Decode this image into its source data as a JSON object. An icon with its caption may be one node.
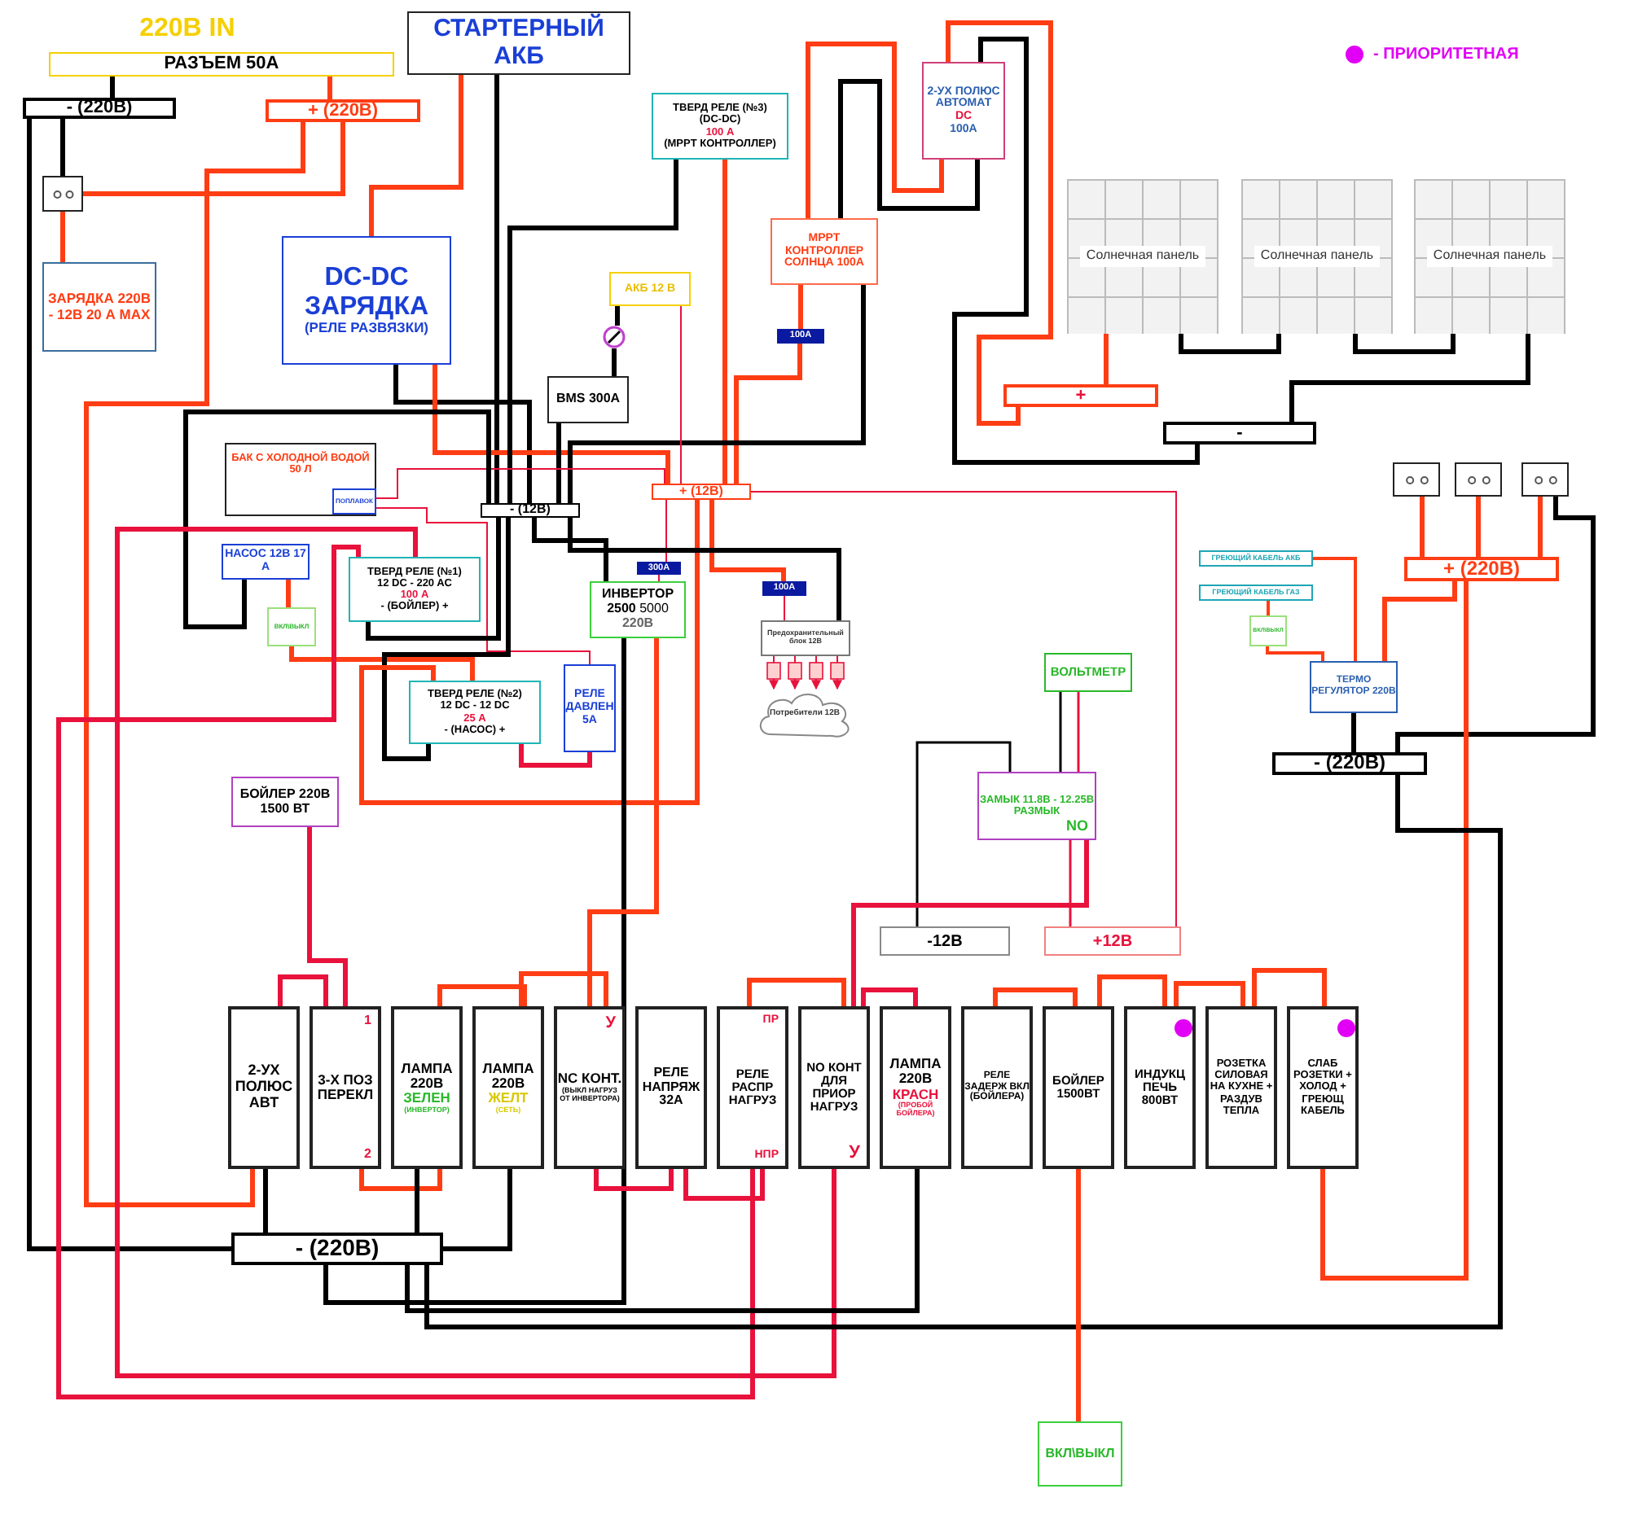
{
  "diagram": {
    "nodes": [
      {
        "text": [
          "220В IN",
          "РАЗЪЕМ 50А"
        ]
      },
      {
        "text": [
          "СТАРТЕРНЫЙ АКБ"
        ]
      },
      {
        "text": [
          "- (220В)"
        ]
      },
      {
        "text": [
          "+ (220В)"
        ]
      },
      {
        "text": [],
        "shape": "box"
      },
      {
        "text": [
          "ЗАРЯДКА 220В - 12В 20 А MAX"
        ]
      },
      {
        "text": [
          "DC-DC ЗАРЯДКА",
          "(РЕЛЕ РАЗВЯЗКИ)"
        ]
      },
      {
        "text": [
          "ТВЕРД РЕЛЕ (№3)",
          "(DC-DC)",
          "100 А",
          "(MPPT КОНТРОЛЛЕР)"
        ]
      },
      {
        "text": [
          "2-УХ ПОЛЮС АВТОМАТ",
          "DC",
          "100А"
        ]
      },
      {
        "text": [
          "MPPT КОНТРОЛЛЕР СОЛНЦА 100А"
        ]
      },
      {
        "text": [
          "100А"
        ]
      },
      {
        "text": [
          "АКБ 12 В"
        ]
      },
      {
        "text": [],
        "shape": "circle"
      },
      {
        "text": [
          "BMS 300А"
        ]
      },
      {
        "text": [
          "Солнечная панель"
        ]
      },
      {
        "text": [
          "Солнечная панель"
        ]
      },
      {
        "text": [
          "Солнечная панель"
        ]
      },
      {
        "text": [
          "+"
        ]
      },
      {
        "text": [
          "-"
        ]
      },
      {
        "text": [
          "БАК С ХОЛОДНОЙ ВОДОЙ 50 Л"
        ]
      },
      {
        "text": [
          "ПОПЛАВОК"
        ],
        "in": 19
      },
      {
        "text": [
          "- (12В)"
        ]
      },
      {
        "text": [
          "+ (12В)"
        ]
      },
      {
        "text": [
          "НАСОС 12В 17 А"
        ]
      },
      {
        "text": [
          "ВКЛ\\ВЫКЛ"
        ]
      },
      {
        "text": [
          "ТВЕРД РЕЛЕ (№1)",
          "12 DC - 220 AC",
          "100 А",
          "- (БОЙЛЕР) +"
        ]
      },
      {
        "text": [
          "ИНВЕРТОР",
          "**2500** 5000",
          "220В"
        ]
      },
      {
        "text": [
          "300А"
        ]
      },
      {
        "text": [
          "100А"
        ]
      },
      {
        "text": [
          "Предохранительный блок 12В"
        ]
      },
      {
        "text": [
          "Потребители 12В"
        ]
      },
      {
        "text": [
          "ТВЕРД РЕЛЕ (№2)",
          "12 DC - 12 DC",
          "25 А",
          "- (НАСОС) +"
        ]
      },
      {
        "text": [
          "РЕЛЕ ДАВЛЕН 5А"
        ]
      },
      {
        "text": [
          "БОЙЛЕР 220В 1500 ВТ"
        ]
      },
      {
        "text": [
          "ВОЛЬТМЕТР"
        ]
      },
      {
        "text": [
          "ЗАМЫК 11.8В - 12.25В РАЗМЫК",
          "NO"
        ]
      },
      {
        "text": [
          "-12В"
        ]
      },
      {
        "text": [
          "+12В"
        ]
      },
      {
        "text": [],
        "shape": "box"
      },
      {
        "text": [],
        "shape": "box"
      },
      {
        "text": [],
        "shape": "box"
      },
      {
        "text": [
          "+ (220В)"
        ]
      },
      {
        "text": [
          "ГРЕЮЩИЙ КАБЕЛЬ АКБ"
        ]
      },
      {
        "text": [
          "ГРЕЮЩИЙ КАБЕЛЬ ГАЗ"
        ]
      },
      {
        "text": [
          "ВКЛ\\ВЫКЛ"
        ]
      },
      {
        "text": [
          "ТЕРМО РЕГУЛЯТОР 220В"
        ]
      },
      {
        "text": [
          "- (220В)"
        ]
      },
      {
        "text": [
          "2-УХ ПОЛЮС АВТ"
        ]
      },
      {
        "text": [
          "1",
          "3-Х ПОЗ ПЕРЕКЛ",
          "2"
        ]
      },
      {
        "text": [
          "ЛАМПА 220В",
          "ЗЕЛЕН",
          "(ИНВЕРТОР)"
        ]
      },
      {
        "text": [
          "ЛАМПА 220В",
          "ЖЕЛТ",
          "(СЕТЬ)"
        ]
      },
      {
        "text": [
          "У",
          "NC КОНТ.",
          "(ВЫКЛ НАГРУЗ ОТ ИНВЕРТОРА)"
        ]
      },
      {
        "text": [
          "РЕЛЕ НАПРЯЖ 32А"
        ]
      },
      {
        "text": [
          "ПР",
          "РЕЛЕ РАСПР НАГРУЗ",
          "НПР"
        ]
      },
      {
        "text": [
          "NO КОНТ ДЛЯ ПРИОР НАГРУЗ",
          "У"
        ]
      },
      {
        "text": [
          "ЛАМПА 220В",
          "КРАСН",
          "(ПРОБОЙ БОЙЛЕРА)"
        ]
      },
      {
        "text": [
          "РЕЛЕ ЗАДЕРЖ ВКЛ (БОЙЛЕРА)"
        ]
      },
      {
        "text": [
          "БОЙЛЕР 1500ВТ"
        ]
      },
      {
        "text": [
          "ИНДУКЦ ПЕЧЬ 800ВТ"
        ]
      },
      {
        "text": [
          "РОЗЕТКА СИЛОВАЯ НА КУХНЕ + РАЗДУВ ТЕПЛА"
        ]
      },
      {
        "text": [
          "СЛАБ РОЗЕТКИ + ХОЛОД + ГРЕЮЩ КАБЕЛЬ"
        ]
      },
      {
        "text": [
          "- (220В)"
        ]
      },
      {
        "text": [
          "ВКЛ\\ВЫКЛ"
        ]
      },
      {
        "text": [],
        "shape": "circle",
        "in": 58
      },
      {
        "text": [],
        "shape": "circle",
        "in": 60
      }
    ],
    "edges": [
      {
        "from": 0,
        "to": 2,
        "arrow": "none",
        "color": "#000000"
      },
      {
        "from": 0,
        "to": 3,
        "arrow": "none"
      },
      {
        "from": 2,
        "to": 4,
        "arrow": "none",
        "color": "#000000"
      },
      {
        "from": 3,
        "to": 4,
        "arrow": "none"
      },
      {
        "from": 4,
        "to": 5,
        "arrow": "none"
      },
      {
        "from": 2,
        "to": 61,
        "arrow": "none",
        "color": "#000000"
      },
      {
        "from": 3,
        "to": 47,
        "arrow": "none"
      },
      {
        "from": 1,
        "to": 6,
        "arrow": "none"
      },
      {
        "from": 1,
        "to": 21,
        "arrow": "none",
        "color": "#000000"
      },
      {
        "from": 6,
        "to": 21,
        "arrow": "none",
        "color": "#000000"
      },
      {
        "from": 6,
        "to": 22,
        "arrow": "none"
      },
      {
        "from": 7,
        "to": 21,
        "arrow": "none",
        "color": "#000000"
      },
      {
        "from": 7,
        "to": 22,
        "arrow": "none"
      },
      {
        "from": 9,
        "to": 8,
        "arrow": "none"
      },
      {
        "from": 9,
        "to": 8,
        "arrow": "none",
        "color": "#000000"
      },
      {
        "from": 8,
        "to": 17,
        "arrow": "none"
      },
      {
        "from": 8,
        "to": 18,
        "arrow": "none",
        "color": "#000000"
      },
      {
        "from": 14,
        "to": 17,
        "arrow": "none"
      },
      {
        "from": 14,
        "to": 15,
        "arrow": "none",
        "color": "#000000"
      },
      {
        "from": 15,
        "to": 16,
        "arrow": "none",
        "color": "#000000"
      },
      {
        "from": 16,
        "to": 18,
        "arrow": "none",
        "color": "#000000"
      },
      {
        "from": 9,
        "to": 10,
        "arrow": "none"
      },
      {
        "from": 10,
        "to": 22,
        "arrow": "none"
      },
      {
        "from": 9,
        "to": 21,
        "arrow": "none",
        "color": "#000000"
      },
      {
        "from": 11,
        "to": 12,
        "arrow": "none",
        "color": "#000000"
      },
      {
        "from": 12,
        "to": 13,
        "arrow": "none",
        "color": "#000000"
      },
      {
        "from": 11,
        "to": 22,
        "arrow": "none",
        "color": "#e8123c"
      },
      {
        "from": 13,
        "to": 21,
        "arrow": "none",
        "color": "#000000"
      },
      {
        "from": 20,
        "to": 22,
        "arrow": "none",
        "color": "#e8123c"
      },
      {
        "from": 20,
        "to": 32,
        "arrow": "none",
        "color": "#e8123c"
      },
      {
        "from": 23,
        "to": 21,
        "arrow": "none",
        "color": "#000000"
      },
      {
        "from": 23,
        "to": 24,
        "arrow": "none"
      },
      {
        "from": 24,
        "to": 31,
        "arrow": "none"
      },
      {
        "from": 25,
        "to": 21,
        "arrow": "none",
        "color": "#000000"
      },
      {
        "from": 25,
        "to": 54,
        "arrow": "none",
        "color": "#e8123c"
      },
      {
        "from": 25,
        "to": 53,
        "arrow": "none",
        "color": "#e8123c"
      },
      {
        "from": 31,
        "to": 21,
        "arrow": "none",
        "color": "#000000"
      },
      {
        "from": 31,
        "to": 32,
        "arrow": "none",
        "color": "#e8123c"
      },
      {
        "from": 22,
        "to": 31,
        "arrow": "none"
      },
      {
        "from": 22,
        "to": 27,
        "arrow": "none",
        "color": "#e8123c"
      },
      {
        "from": 27,
        "to": 26,
        "arrow": "none",
        "color": "#e8123c"
      },
      {
        "from": 21,
        "to": 26,
        "arrow": "none",
        "color": "#000000"
      },
      {
        "from": 22,
        "to": 28,
        "arrow": "none"
      },
      {
        "from": 28,
        "to": 29,
        "arrow": "none",
        "color": "#e8123c"
      },
      {
        "from": 21,
        "to": 29,
        "arrow": "none",
        "color": "#000000"
      },
      {
        "from": 29,
        "to": 30,
        "arrow": "to",
        "color": "#e8123c"
      },
      {
        "from": 29,
        "to": 30,
        "arrow": "to",
        "color": "#e8123c"
      },
      {
        "from": 29,
        "to": 30,
        "arrow": "to",
        "color": "#e8123c"
      },
      {
        "from": 29,
        "to": 30,
        "arrow": "to",
        "color": "#e8123c"
      },
      {
        "from": 22,
        "to": 37,
        "arrow": "none",
        "color": "#e8123c"
      },
      {
        "from": 26,
        "to": 61,
        "arrow": "none",
        "color": "#000000"
      },
      {
        "from": 26,
        "to": 51,
        "arrow": "none"
      },
      {
        "from": 34,
        "to": 35,
        "arrow": "none",
        "color": "#000000"
      },
      {
        "from": 34,
        "to": 35,
        "arrow": "none",
        "color": "#e8123c"
      },
      {
        "from": 36,
        "to": 35,
        "arrow": "none",
        "color": "#000000"
      },
      {
        "from": 35,
        "to": 37,
        "arrow": "none",
        "color": "#e8123c"
      },
      {
        "from": 35,
        "to": 54,
        "arrow": "none",
        "color": "#e8123c"
      },
      {
        "from": 38,
        "to": 41,
        "arrow": "none"
      },
      {
        "from": 39,
        "to": 41,
        "arrow": "none"
      },
      {
        "from": 40,
        "to": 41,
        "arrow": "none"
      },
      {
        "from": 40,
        "to": 46,
        "arrow": "none",
        "color": "#000000"
      },
      {
        "from": 42,
        "to": 45,
        "arrow": "none"
      },
      {
        "from": 43,
        "to": 44,
        "arrow": "none"
      },
      {
        "from": 44,
        "to": 45,
        "arrow": "none"
      },
      {
        "from": 41,
        "to": 45,
        "arrow": "none"
      },
      {
        "from": 45,
        "to": 46,
        "arrow": "none",
        "color": "#000000"
      },
      {
        "from": 41,
        "to": 60,
        "arrow": "none"
      },
      {
        "from": 46,
        "to": 61,
        "arrow": "none",
        "color": "#000000"
      },
      {
        "from": 57,
        "to": 62,
        "arrow": "none"
      },
      {
        "from": 33,
        "to": 48,
        "arrow": "none",
        "color": "#e8123c"
      },
      {
        "from": 47,
        "to": 48,
        "arrow": "none",
        "color": "#e8123c"
      },
      {
        "from": 48,
        "to": 49,
        "arrow": "none"
      },
      {
        "from": 49,
        "to": 50,
        "arrow": "none"
      },
      {
        "from": 50,
        "to": 51,
        "arrow": "none"
      },
      {
        "from": 51,
        "to": 52,
        "arrow": "none",
        "color": "#e8123c"
      },
      {
        "from": 52,
        "to": 53,
        "arrow": "none",
        "color": "#e8123c"
      },
      {
        "from": 53,
        "to": 54,
        "arrow": "none"
      },
      {
        "from": 54,
        "to": 55,
        "arrow": "none",
        "color": "#e8123c"
      },
      {
        "from": 55,
        "to": 61,
        "arrow": "none",
        "color": "#000000"
      },
      {
        "from": 49,
        "to": 61,
        "arrow": "none",
        "color": "#000000"
      },
      {
        "from": 50,
        "to": 61,
        "arrow": "none",
        "color": "#000000"
      },
      {
        "from": 47,
        "to": 61,
        "arrow": "none",
        "color": "#000000"
      },
      {
        "from": 56,
        "to": 57,
        "arrow": "none"
      },
      {
        "from": 57,
        "to": 58,
        "arrow": "none"
      },
      {
        "from": 58,
        "to": 59,
        "arrow": "none"
      },
      {
        "from": 59,
        "to": 60,
        "arrow": "none"
      }
    ],
    "legend": [
      {
        "text": "- ПРИОРИТЕТНАЯ",
        "color": "#e100f5"
      }
    ]
  }
}
